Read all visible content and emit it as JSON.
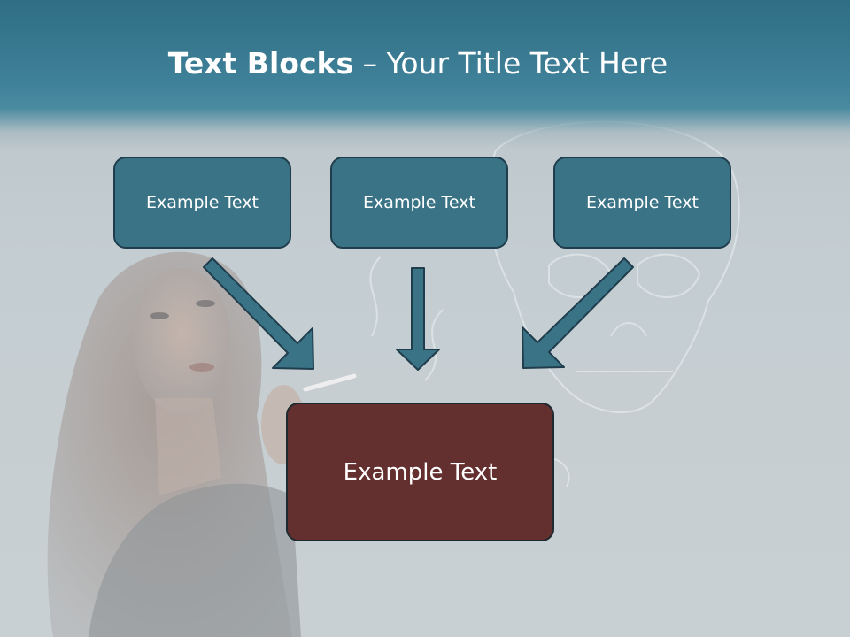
{
  "slide": {
    "title_bold": "Text Blocks",
    "title_dash": "–",
    "title_rest": "Your Title Text Here"
  },
  "diagram": {
    "top_boxes": [
      {
        "label": "Example Text"
      },
      {
        "label": "Example Text"
      },
      {
        "label": "Example Text"
      }
    ],
    "main_box": {
      "label": "Example Text"
    }
  },
  "colors": {
    "header": "#3f8199",
    "top_box_fill": "#3b7386",
    "main_box_fill": "#642f2f",
    "arrow_fill": "#3b7386"
  }
}
